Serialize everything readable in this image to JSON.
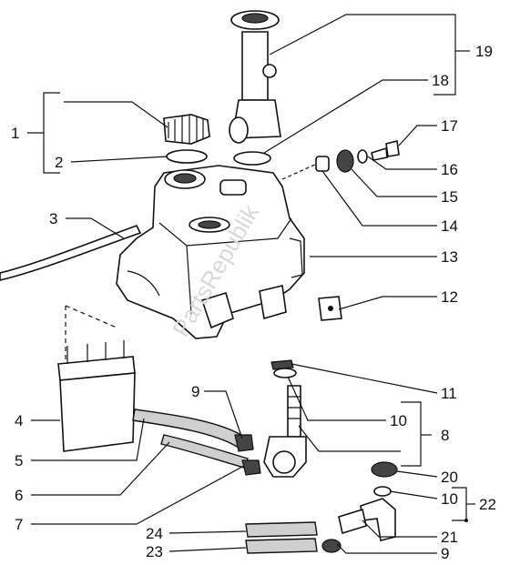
{
  "labels": {
    "l1": "1",
    "l2": "2",
    "l3": "3",
    "l4": "4",
    "l5": "5",
    "l6": "6",
    "l7": "7",
    "l8": "8",
    "l9a": "9",
    "l9b": "9",
    "l10a": "10",
    "l10b": "10",
    "l11": "11",
    "l12": "12",
    "l13": "13",
    "l14": "14",
    "l15": "15",
    "l16": "16",
    "l17": "17",
    "l18": "18",
    "l19": "19",
    "l20": "20",
    "l21": "21",
    "l22": "22",
    "l23": "23",
    "l24": "24"
  },
  "watermark": "PartsRepublik"
}
